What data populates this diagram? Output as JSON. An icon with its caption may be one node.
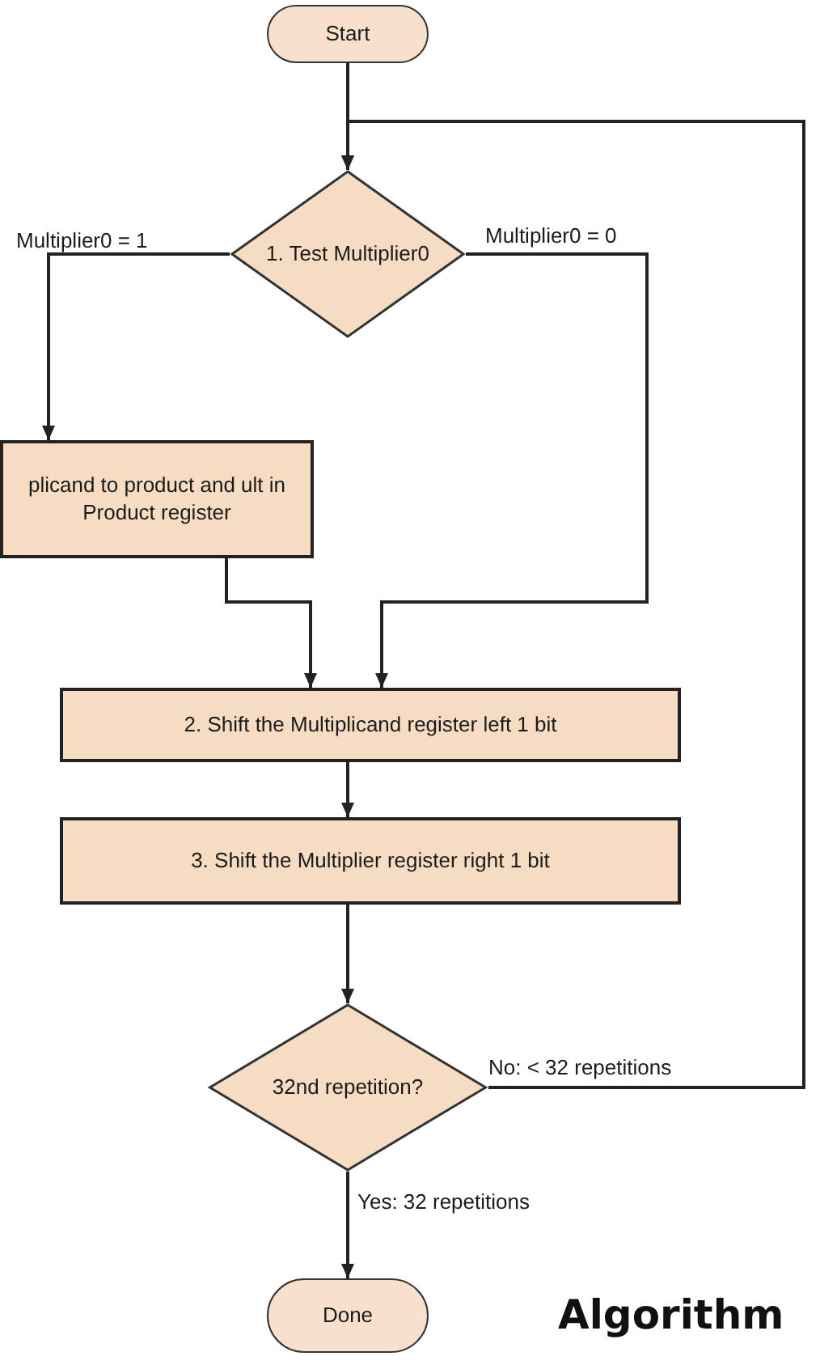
{
  "diagram": {
    "nodes": [
      {
        "text": [
          "Start"
        ]
      },
      {
        "text": [
          "1. Test Multiplier0"
        ]
      },
      {
        "text": [
          "plicand to product and ult in Product register"
        ]
      },
      {
        "text": [
          "2. Shift the Multiplicand register left 1 bit"
        ]
      },
      {
        "text": [
          "3. Shift the Multiplier register right 1 bit"
        ]
      },
      {
        "text": [
          "32nd repetition?"
        ]
      },
      {
        "text": [
          "Done"
        ]
      }
    ],
    "edges": [
      {
        "from": 0,
        "to": 1,
        "arrow": "to"
      },
      {
        "from": 1,
        "to": 2,
        "arrow": "to",
        "label": "Multiplier0 = 1"
      },
      {
        "from": 1,
        "to": 3,
        "arrow": "to",
        "label": "Multiplier0 = 0"
      },
      {
        "from": 2,
        "to": 3,
        "arrow": "to"
      },
      {
        "from": 3,
        "to": 4,
        "arrow": "to"
      },
      {
        "from": 4,
        "to": 5,
        "arrow": "to"
      },
      {
        "from": 5,
        "to": 1,
        "arrow": "to",
        "label": "No: < 32 repetitions"
      },
      {
        "from": 5,
        "to": 6,
        "arrow": "to",
        "label": "Yes: 32 repetitions"
      }
    ],
    "labels": [
      "Algorithm"
    ]
  }
}
